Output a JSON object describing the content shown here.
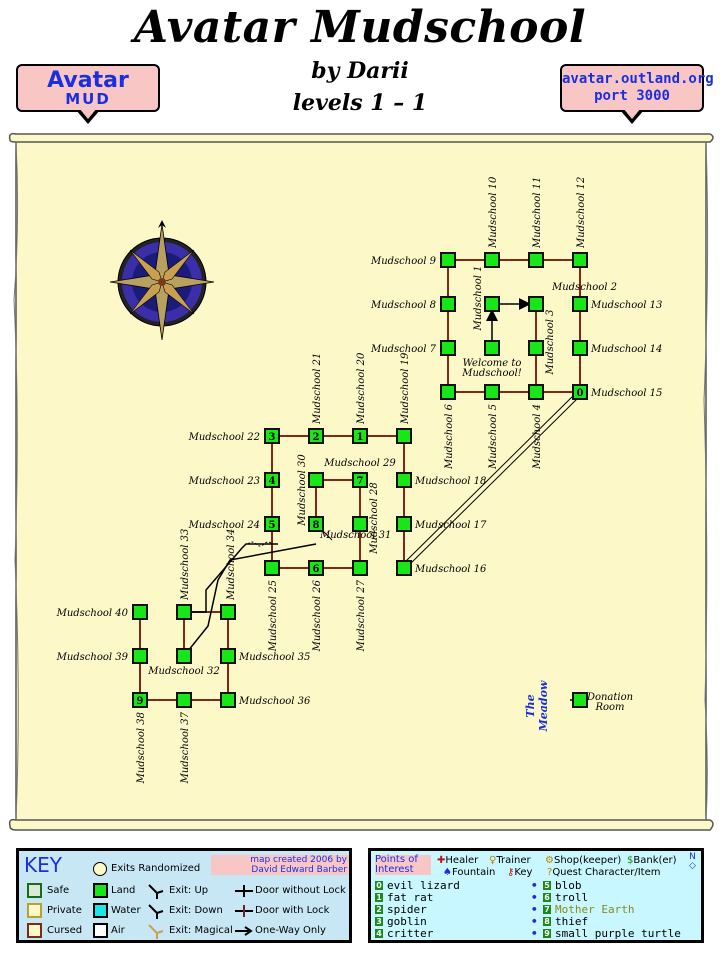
{
  "header": {
    "title": "Avatar Mudschool",
    "byline": "by Darii",
    "levels": "levels 1 – 1"
  },
  "logo": {
    "top": "Avatar",
    "bottom": "MUD"
  },
  "server": {
    "host": "avatar.outland.org",
    "port": "port 3000"
  },
  "rooms": [
    {
      "id": "r9",
      "label": "Mudschool 9",
      "col": 10,
      "row": 0,
      "num": "",
      "type": "land"
    },
    {
      "id": "r10",
      "label": "Mudschool 10",
      "col": 11,
      "row": 0,
      "num": "",
      "type": "land"
    },
    {
      "id": "r11",
      "label": "Mudschool 11",
      "col": 12,
      "row": 0,
      "num": "",
      "type": "land"
    },
    {
      "id": "r12",
      "label": "Mudschool 12",
      "col": 13,
      "row": 0,
      "num": "",
      "type": "land"
    },
    {
      "id": "r8",
      "label": "Mudschool 8",
      "col": 10,
      "row": 1,
      "num": "",
      "type": "land"
    },
    {
      "id": "r1",
      "label": "Mudschool 1",
      "col": 11,
      "row": 1,
      "num": "",
      "type": "land"
    },
    {
      "id": "r2",
      "label": "Mudschool 2",
      "col": 12,
      "row": 1,
      "num": "",
      "type": "land"
    },
    {
      "id": "r13",
      "label": "Mudschool 13",
      "col": 13,
      "row": 1,
      "num": "",
      "type": "land"
    },
    {
      "id": "r7",
      "label": "Mudschool 7",
      "col": 10,
      "row": 2,
      "num": "",
      "type": "land"
    },
    {
      "id": "rw",
      "label": "Welcome to Mudschool!",
      "col": 11,
      "row": 2,
      "num": "",
      "type": "land"
    },
    {
      "id": "r3",
      "label": "Mudschool 3",
      "col": 12,
      "row": 2,
      "num": "",
      "type": "land"
    },
    {
      "id": "r14",
      "label": "Mudschool 14",
      "col": 13,
      "row": 2,
      "num": "",
      "type": "land"
    },
    {
      "id": "r6",
      "label": "Mudschool 6",
      "col": 10,
      "row": 3,
      "num": "",
      "type": "land"
    },
    {
      "id": "r5",
      "label": "Mudschool 5",
      "col": 11,
      "row": 3,
      "num": "",
      "type": "land"
    },
    {
      "id": "r4",
      "label": "Mudschool 4",
      "col": 12,
      "row": 3,
      "num": "",
      "type": "land"
    },
    {
      "id": "r15",
      "label": "Mudschool 15",
      "col": 13,
      "row": 3,
      "num": "0",
      "type": "land"
    },
    {
      "id": "r22",
      "label": "Mudschool 22",
      "col": 6,
      "row": 4,
      "num": "3",
      "type": "land"
    },
    {
      "id": "r21",
      "label": "Mudschool 21",
      "col": 7,
      "row": 4,
      "num": "2",
      "type": "land"
    },
    {
      "id": "r20",
      "label": "Mudschool 20",
      "col": 8,
      "row": 4,
      "num": "1",
      "type": "land"
    },
    {
      "id": "r19",
      "label": "Mudschool 19",
      "col": 9,
      "row": 4,
      "num": "",
      "type": "land"
    },
    {
      "id": "r23",
      "label": "Mudschool 23",
      "col": 6,
      "row": 5,
      "num": "4",
      "type": "land"
    },
    {
      "id": "r30",
      "label": "Mudschool 30",
      "col": 7,
      "row": 5,
      "num": "",
      "type": "land"
    },
    {
      "id": "r29",
      "label": "Mudschool 29",
      "col": 8,
      "row": 5,
      "num": "7",
      "type": "land"
    },
    {
      "id": "r18",
      "label": "Mudschool 18",
      "col": 9,
      "row": 5,
      "num": "",
      "type": "land"
    },
    {
      "id": "r24",
      "label": "Mudschool 24",
      "col": 6,
      "row": 6,
      "num": "5",
      "type": "land"
    },
    {
      "id": "r31",
      "label": "Mudschool 31",
      "col": 7,
      "row": 6,
      "num": "8",
      "type": "land"
    },
    {
      "id": "r28",
      "label": "Mudschool 28",
      "col": 8,
      "row": 6,
      "num": "",
      "type": "land"
    },
    {
      "id": "r17",
      "label": "Mudschool 17",
      "col": 9,
      "row": 6,
      "num": "",
      "type": "land"
    },
    {
      "id": "r25",
      "label": "Mudschool 25",
      "col": 6,
      "row": 7,
      "num": "",
      "type": "land"
    },
    {
      "id": "r26",
      "label": "Mudschool 26",
      "col": 7,
      "row": 7,
      "num": "6",
      "type": "land"
    },
    {
      "id": "r27",
      "label": "Mudschool 27",
      "col": 8,
      "row": 7,
      "num": "",
      "type": "land"
    },
    {
      "id": "r16",
      "label": "Mudschool 16",
      "col": 9,
      "row": 7,
      "num": "",
      "type": "land"
    },
    {
      "id": "r40",
      "label": "Mudschool 40",
      "col": 3,
      "row": 8,
      "num": "",
      "type": "land"
    },
    {
      "id": "r33",
      "label": "Mudschool 33",
      "col": 4,
      "row": 8,
      "num": "",
      "type": "land"
    },
    {
      "id": "r34",
      "label": "Mudschool 34",
      "col": 5,
      "row": 8,
      "num": "",
      "type": "land"
    },
    {
      "id": "r39",
      "label": "Mudschool 39",
      "col": 3,
      "row": 9,
      "num": "",
      "type": "land"
    },
    {
      "id": "r32",
      "label": "Mudschool 32",
      "col": 4,
      "row": 9,
      "num": "",
      "type": "land"
    },
    {
      "id": "r35",
      "label": "Mudschool 35",
      "col": 5,
      "row": 9,
      "num": "",
      "type": "land"
    },
    {
      "id": "r38",
      "label": "Mudschool 38",
      "col": 3,
      "row": 10,
      "num": "9",
      "type": "land"
    },
    {
      "id": "r37",
      "label": "Mudschool 37",
      "col": 4,
      "row": 10,
      "num": "",
      "type": "land"
    },
    {
      "id": "r36",
      "label": "Mudschool 36",
      "col": 5,
      "row": 10,
      "num": "",
      "type": "land"
    },
    {
      "id": "rd",
      "label": "Donation Room",
      "col": 13,
      "row": 10,
      "num": "",
      "type": "land"
    }
  ],
  "meadow_label": [
    "The",
    "Meadow"
  ],
  "key": {
    "title": "KEY",
    "exits_randomized": "Exits Randomized",
    "credit_line1": "map created 2006 by",
    "credit_line2": "David Edward Barber",
    "safe": "Safe",
    "private": "Private",
    "cursed": "Cursed",
    "land": "Land",
    "water": "Water",
    "air": "Air",
    "exit_up": "Exit: Up",
    "exit_down": "Exit: Down",
    "exit_magical": "Exit: Magical",
    "door_no_lock": "Door without Lock",
    "door_lock": "Door with Lock",
    "one_way": "One-Way Only"
  },
  "poi": {
    "header_l1": "Points of",
    "header_l2": "Interest",
    "healer": "Healer",
    "trainer": "Trainer",
    "shop": "Shop(keeper)",
    "bank": "Bank(er)",
    "fountain": "Fountain",
    "key": "Key",
    "quest": "Quest Character/Item",
    "items": [
      {
        "n": "0",
        "name": "evil lizard"
      },
      {
        "n": "1",
        "name": "fat rat"
      },
      {
        "n": "2",
        "name": "spider"
      },
      {
        "n": "3",
        "name": "goblin"
      },
      {
        "n": "4",
        "name": "critter"
      },
      {
        "n": "5",
        "name": "blob"
      },
      {
        "n": "6",
        "name": "troll"
      },
      {
        "n": "7",
        "name": "Mother Earth"
      },
      {
        "n": "8",
        "name": "thief"
      },
      {
        "n": "9",
        "name": "small purple turtle"
      }
    ]
  },
  "colors": {
    "parchment": "#fcf8c8",
    "land": "#19e619",
    "sign": "#f9c6c6",
    "blue_text": "#1b2fe0",
    "panel": "#c8e7f4"
  }
}
